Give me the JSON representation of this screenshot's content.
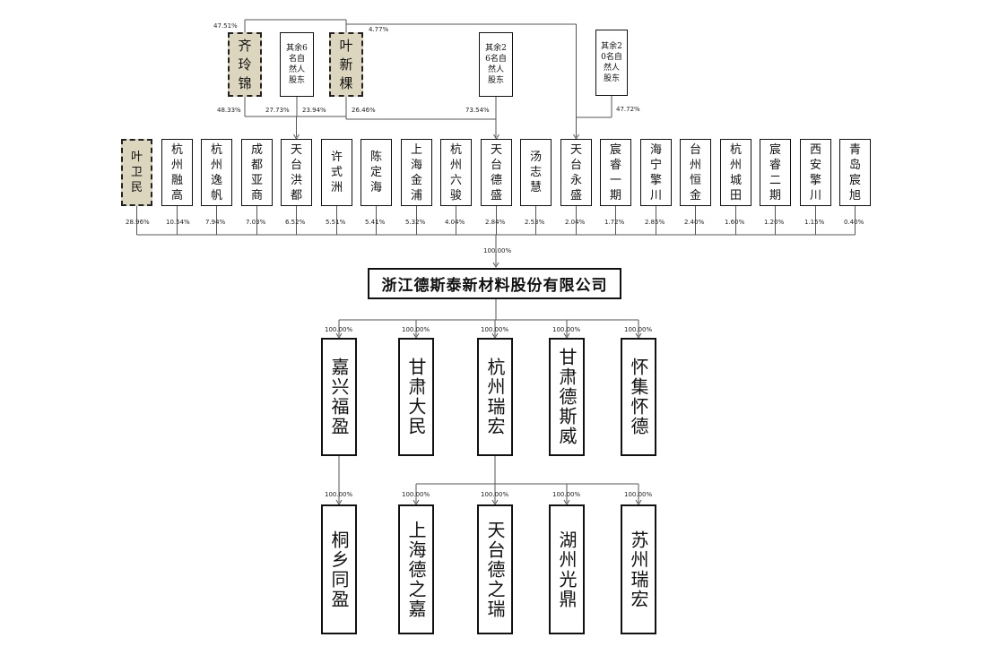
{
  "company": "浙江德斯泰新材料股份有限公司",
  "top_entities": [
    {
      "id": "qi",
      "label": "齐玲锦",
      "highlight": true
    },
    {
      "id": "o6",
      "label": "其余6名自然人股东",
      "highlight": false
    },
    {
      "id": "ye",
      "label": "叶新棵",
      "highlight": true
    },
    {
      "id": "o26",
      "label": "其余26名自然人股东",
      "highlight": false
    },
    {
      "id": "o20",
      "label": "其余20名自然人股东",
      "highlight": false
    }
  ],
  "top_percentages": {
    "qi_top": "47.51%",
    "ye_top": "4.77%",
    "qi_bottom": "48.33%",
    "o6_bottom": "27.73%",
    "ye_left": "23.94%",
    "ye_right": "26.46%",
    "o26_bottom": "73.54%",
    "o20_bottom": "47.72%"
  },
  "shareholders": [
    {
      "label": "叶卫民",
      "pct": "28.96%",
      "highlight": true
    },
    {
      "label": "杭州融高",
      "pct": "10.54%"
    },
    {
      "label": "杭州逸帆",
      "pct": "7.94%"
    },
    {
      "label": "成都亚商",
      "pct": "7.03%"
    },
    {
      "label": "天台洪都",
      "pct": "6.52%"
    },
    {
      "label": "许式洲",
      "pct": "5.51%"
    },
    {
      "label": "陈定海",
      "pct": "5.41%"
    },
    {
      "label": "上海金浦",
      "pct": "5.32%"
    },
    {
      "label": "杭州六骏",
      "pct": "4.04%"
    },
    {
      "label": "天台德盛",
      "pct": "2.84%"
    },
    {
      "label": "汤志慧",
      "pct": "2.53%"
    },
    {
      "label": "天台永盛",
      "pct": "2.04%"
    },
    {
      "label": "宸睿一期",
      "pct": "1.72%"
    },
    {
      "label": "海宁擎川",
      "pct": "2.85%"
    },
    {
      "label": "台州恒金",
      "pct": "2.40%"
    },
    {
      "label": "杭州城田",
      "pct": "1.60%"
    },
    {
      "label": "宸睿二期",
      "pct": "1.20%"
    },
    {
      "label": "西安擎川",
      "pct": "1.15%"
    },
    {
      "label": "青岛宸旭",
      "pct": "0.40%"
    }
  ],
  "company_pct": "100.00%",
  "subsidiaries": [
    {
      "label": "嘉兴福盈",
      "pct": "100.00%"
    },
    {
      "label": "甘肃大民",
      "pct": "100.00%"
    },
    {
      "label": "杭州瑞宏",
      "pct": "100.00%"
    },
    {
      "label": "甘肃德斯威",
      "pct": "100.00%"
    },
    {
      "label": "怀集怀德",
      "pct": "100.00%"
    }
  ],
  "sub_subsidiaries": [
    {
      "label": "桐乡同盈",
      "pct": "100.00%"
    },
    {
      "label": "上海德之嘉",
      "pct": "100.00%"
    },
    {
      "label": "天台德之瑞",
      "pct": "100.00%"
    },
    {
      "label": "湖州光鼎",
      "pct": "100.00%"
    },
    {
      "label": "苏州瑞宏",
      "pct": "100.00%"
    }
  ]
}
